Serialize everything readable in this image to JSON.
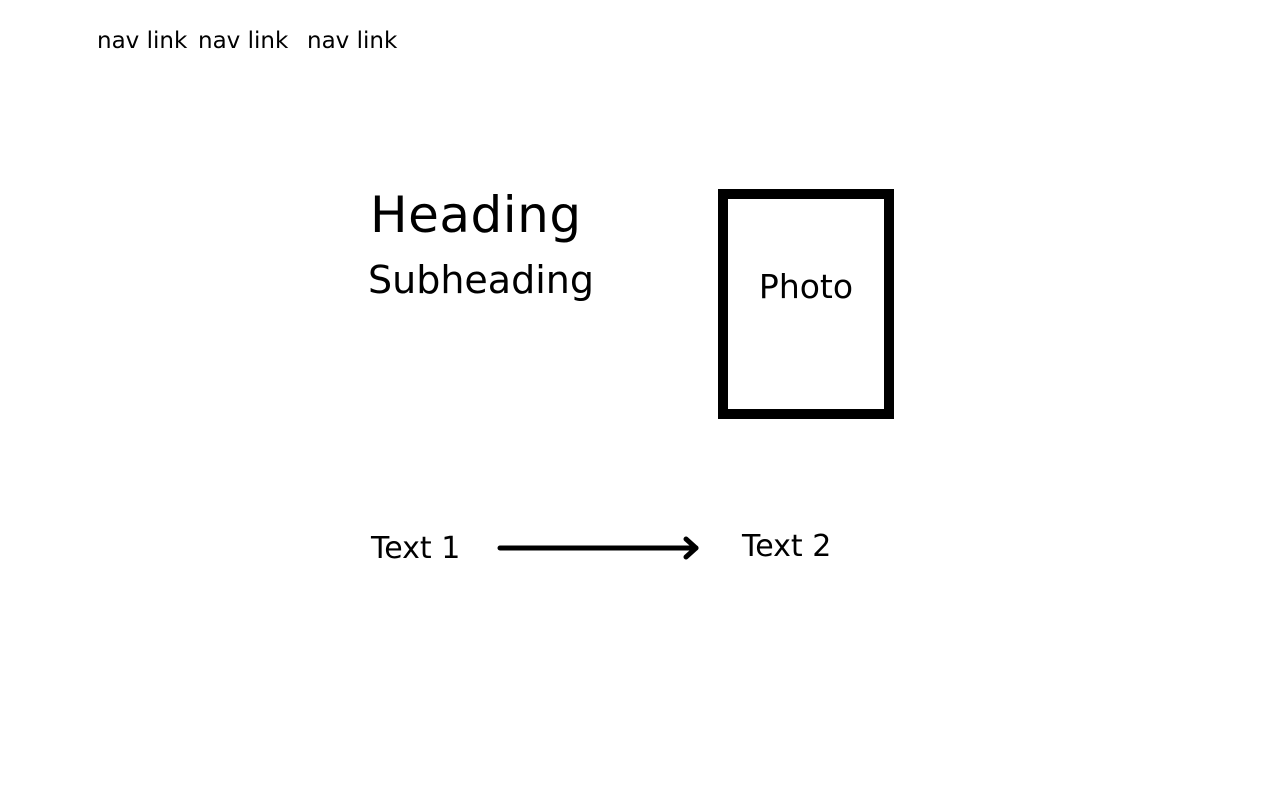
{
  "nav": {
    "links": [
      {
        "label": "nav link"
      },
      {
        "label": "nav link"
      },
      {
        "label": "nav link"
      }
    ]
  },
  "hero": {
    "heading": "Heading",
    "subheading": "Subheading"
  },
  "photo": {
    "label": "Photo"
  },
  "flow": {
    "text_1": "Text 1",
    "text_2": "Text 2",
    "arrow_icon": "arrow-right-icon"
  },
  "colors": {
    "background": "#ffffff",
    "foreground": "#000000"
  }
}
